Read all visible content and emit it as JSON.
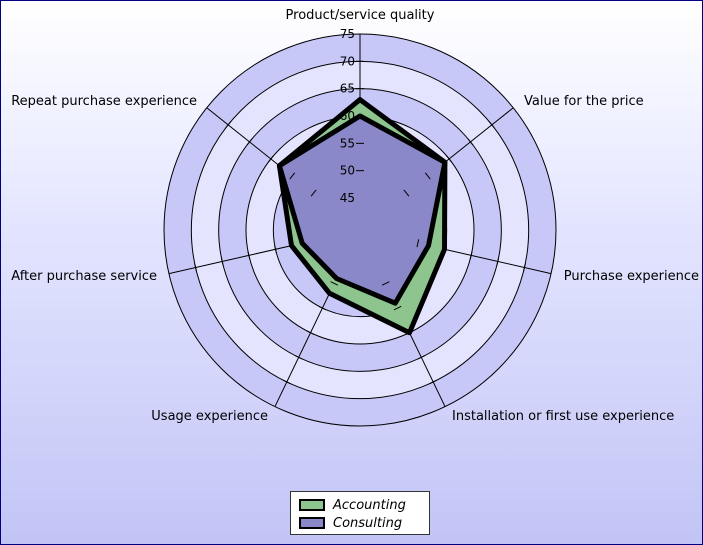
{
  "chart_data": {
    "type": "radar",
    "categories": [
      "Product/service quality",
      "Value for the price",
      "Purchase experience",
      "Installation or first use experience",
      "Usage experience",
      "After purchase service",
      "Repeat purchase experience"
    ],
    "series": [
      {
        "name": "Accounting",
        "values": [
          63,
          59,
          55,
          60,
          52,
          52,
          58
        ],
        "color": "#8ec58e"
      },
      {
        "name": "Consulting",
        "values": [
          60,
          59,
          52,
          54,
          49,
          50,
          58
        ],
        "color": "#8a88c8"
      }
    ],
    "rlim": [
      45,
      75
    ],
    "ticks": [
      "45",
      "50",
      "55",
      "60",
      "65",
      "70",
      "75"
    ],
    "legend_position": "bottom",
    "ring_colors": [
      "#c8c8f8",
      "#e4e4ff"
    ]
  }
}
